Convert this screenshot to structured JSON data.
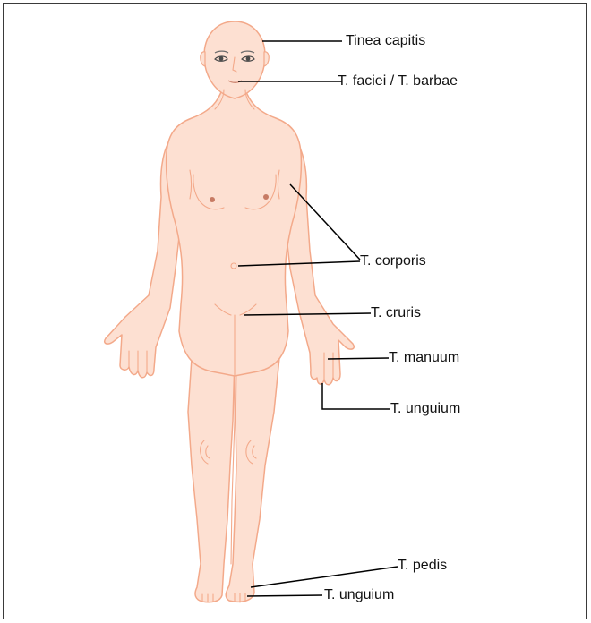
{
  "labels": {
    "tinea_capitis": "Tinea capitis",
    "faciei_barbae": "T. faciei / T. barbae",
    "corporis": "T. corporis",
    "cruris": "T. cruris",
    "manuum": "T. manuum",
    "unguium_hand": "T. unguium",
    "pedis": "T. pedis",
    "unguium_foot": "T. unguium"
  },
  "colors": {
    "skin_fill": "#fde0d2",
    "skin_outline": "#f3a98a",
    "leader_line": "#000000",
    "nipple": "#c77b64"
  }
}
